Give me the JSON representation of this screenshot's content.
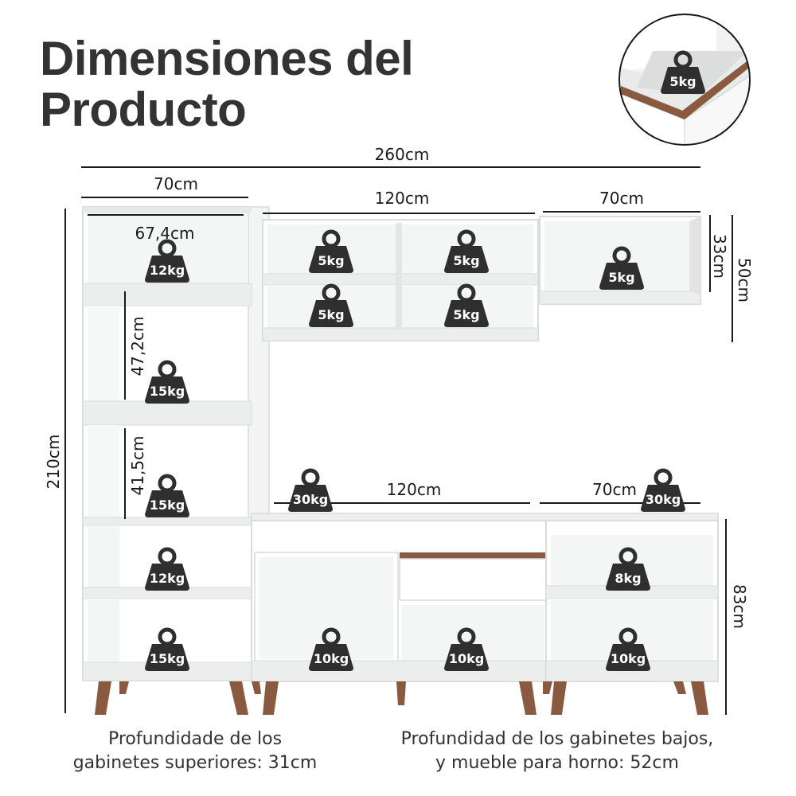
{
  "title": {
    "line1": "Dimensiones del",
    "line2": "Producto"
  },
  "dimensions": {
    "total_width": "260cm",
    "upper_left_width": "70cm",
    "upper_left_inner": "67,4cm",
    "upper_middle_width": "120cm",
    "upper_right_width": "70cm",
    "upper_right_inner_height": "33cm",
    "upper_right_height": "50cm",
    "total_height": "210cm",
    "tall_niche_1": "47,2cm",
    "tall_niche_2": "41,5cm",
    "lower_middle_width": "120cm",
    "lower_right_width": "70cm",
    "lower_height": "83cm"
  },
  "weights": {
    "tall_top": "12kg",
    "tall_niche_1": "15kg",
    "tall_niche_2": "15kg",
    "tall_lower_1": "12kg",
    "tall_lower_2": "15kg",
    "upper_mid_1": "5kg",
    "upper_mid_2": "5kg",
    "upper_mid_3": "5kg",
    "upper_mid_4": "5kg",
    "upper_right": "5kg",
    "top_mid": "30kg",
    "top_right": "30kg",
    "low_right_1": "8kg",
    "low_a": "10kg",
    "low_b": "10kg",
    "low_c": "10kg",
    "drawer_inset": "5kg"
  },
  "footnotes": {
    "upper": [
      "Profundidade de los",
      "gabinetes superiores: 31cm"
    ],
    "lower": [
      "Profundidad de los gabinetes bajos,",
      "y mueble para horno: 52cm"
    ]
  },
  "colors": {
    "body": "#ffffff",
    "edge": "#d9dcdc",
    "shade": "#eceeee",
    "wood": "#8a5a40",
    "weight_icon": "#2f2f2f"
  }
}
